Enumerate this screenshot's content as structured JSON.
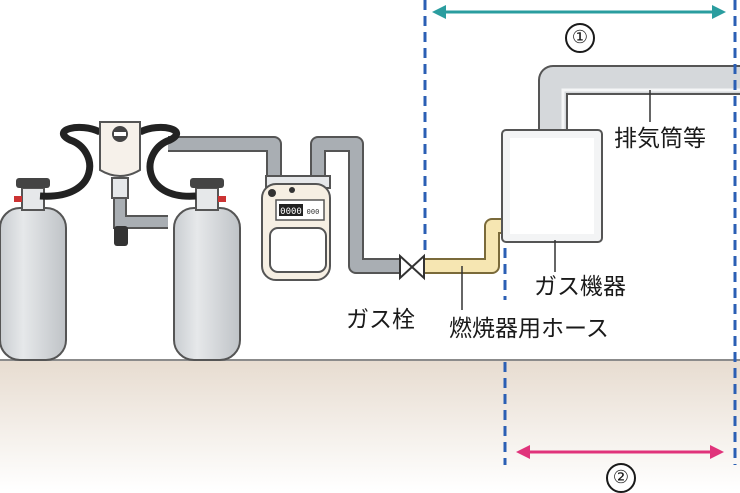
{
  "labels": {
    "gas_valve": "ガス栓",
    "hose": "燃焼器用ホース",
    "appliance": "ガス機器",
    "exhaust": "排気筒等",
    "meter_reading": "0000",
    "meter_unit": "000"
  },
  "markers": {
    "range_1": "①",
    "range_2": "②"
  },
  "colors": {
    "dash_line": "#2b5fb4",
    "arrow_1": "#2a9d9f",
    "arrow_2": "#e0337b",
    "ground": "#ece3da",
    "pipe": "#a7acb2",
    "hose": "#f6e6b2",
    "cylinder": "#d6d9dc"
  }
}
